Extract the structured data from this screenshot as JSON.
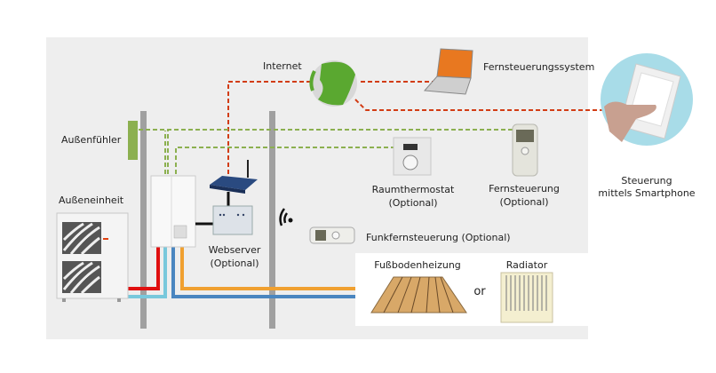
{
  "diagram": {
    "labels": {
      "internet": "Internet",
      "remote_system": "Fernsteuerungssystem",
      "outdoor_sensor": "Außenfühler",
      "outdoor_unit": "Außeneinheit",
      "webserver": "Webserver",
      "webserver_optional": "(Optional)",
      "room_thermostat": "Raumthermostat",
      "room_thermostat_optional": "(Optional)",
      "remote_control": "Fernsteuerung",
      "remote_control_optional": "(Optional)",
      "wireless_remote": "Funkfernsteuerung (Optional)",
      "floor_heating": "Fußbodenheizung",
      "or": "or",
      "radiator": "Radiator",
      "smartphone_line1": "Steuerung",
      "smartphone_line2": "mittels Smartphone"
    },
    "colors": {
      "panel_bg": "#eeeeee",
      "wall": "#a0a0a0",
      "internet_link": "#d23c14",
      "sensor_link": "#8cb050",
      "pipe_hot": "#e01010",
      "pipe_return_light": "#78c8dc",
      "pipe_blue": "#4a86c0",
      "pipe_orange": "#f0a030",
      "sensor": "#8cb050",
      "globe": "#5aa830",
      "laptop_screen": "#e87820",
      "smartphone_circle": "#a8dce8"
    }
  }
}
